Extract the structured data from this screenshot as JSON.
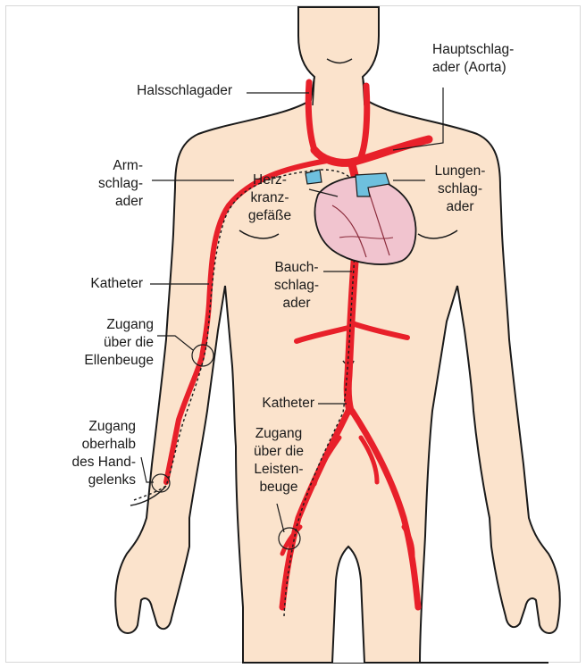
{
  "labels": {
    "halsschlagader": "Halsschlagader",
    "aorta": [
      "Hauptschlag-",
      "ader (Aorta)"
    ],
    "armschlagader": [
      "Arm-",
      "schlag-",
      "ader"
    ],
    "herzkranzgefaesse": [
      "Herz-",
      "kranz-",
      "gefäße"
    ],
    "lungenschlagader": [
      "Lungen-",
      "schlag-",
      "ader"
    ],
    "bauchschlagader": [
      "Bauch-",
      "schlag-",
      "ader"
    ],
    "katheter_arm": "Katheter",
    "zugang_ellenbeuge": [
      "Zugang",
      "über die",
      "Ellenbeuge"
    ],
    "katheter_leg": "Katheter",
    "zugang_handgelenk": [
      "Zugang",
      "oberhalb",
      "des Hand-",
      "gelenks"
    ],
    "zugang_leiste": [
      "Zugang",
      "über die",
      "Leisten-",
      "beuge"
    ]
  },
  "colors": {
    "skin": "#fbe3cc",
    "outline": "#1a1a1a",
    "artery": "#e8202a",
    "heart": "#f1c4cf",
    "pulmonary": "#6ec0de"
  }
}
